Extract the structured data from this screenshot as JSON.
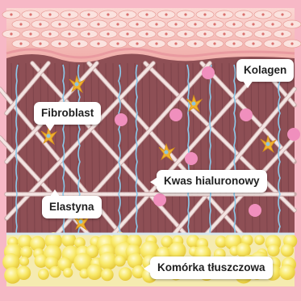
{
  "labels": {
    "kolagen": "Kolagen",
    "fibroblast": "Fibroblast",
    "kwas": "Kwas hialuronowy",
    "elastyna": "Elastyna",
    "tluszcz": "Komórka tłuszczowa"
  },
  "colors": {
    "frame": "#f7b8c6",
    "epidermis": "#f2b9b5",
    "dermis": "#8e4f55",
    "collagen_fiber": "#f3e4e2",
    "elastin_fiber": "#8cc9ea",
    "hyaluronic_dot": "#f08fbd",
    "fibroblast_cell": "#f0b22e",
    "fat_cell": "#f7e25a",
    "fat_background": "#f5ebb0"
  }
}
